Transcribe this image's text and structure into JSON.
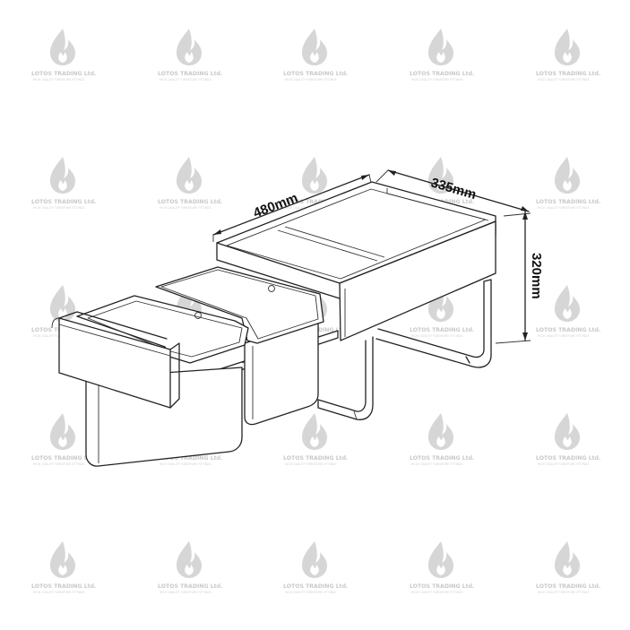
{
  "watermark": {
    "brand": "LOTOS TRADING Ltd.",
    "tagline": "HIGH QUALITY FURNITURE FITTINGS",
    "color": "#d4d4d4"
  },
  "dimensions": {
    "depth": "480mm",
    "width": "335mm",
    "height": "320mm"
  },
  "colors": {
    "outline": "#222222",
    "background": "#ffffff"
  }
}
